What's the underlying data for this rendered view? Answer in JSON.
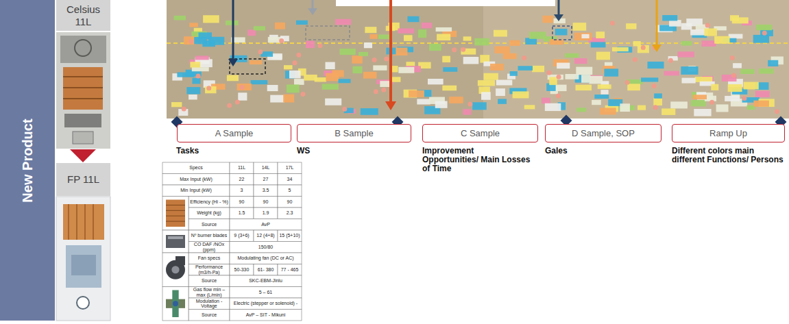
{
  "diagram": {
    "nodes": [
      {
        "text": [
          "New Product"
        ]
      },
      {
        "text": [
          "Celsius 11L"
        ]
      },
      {
        "text": [
          "FP 11L"
        ]
      },
      {
        "text": [
          "A Sample"
        ]
      },
      {
        "text": [
          "B Sample"
        ]
      },
      {
        "text": [
          "C Sample"
        ]
      },
      {
        "text": [
          "D Sample, SOP"
        ]
      },
      {
        "text": [
          "Ramp Up"
        ]
      }
    ],
    "labels": [
      "Tasks",
      "WS",
      "Improvement Opportunities/ Main Losses of Time",
      "Gales",
      "Different colors main different Functions/ Persons",
      "Specs",
      "11L",
      "14L",
      "17L",
      "Max Input (kW)",
      "22",
      "27",
      "34",
      "Min Input (kW)",
      "3",
      "3.5",
      "5",
      "Efficiency (Hi - %)",
      "90",
      "90",
      "90",
      "Weight (kg)",
      "1.5",
      "1.9",
      "2.3",
      "Source",
      "AvP",
      "Nº burner blades",
      "9 (3+6)",
      "12 (4+8)",
      "15 (5+10)",
      "CO DAF /NOx (ppm)",
      "150/80",
      "Fan specs",
      "Modulating fan (DC or AC)",
      "Performance (m3/h-Pa)",
      "50-330",
      "61- 380",
      "77 - 465",
      "Source",
      "SKC-EBM-Jinlu",
      "Gas flow min – max (L/min)",
      "5 – 61",
      "Modulation - Voltage",
      "Electric (stepper or solenoid) -",
      "Source",
      "AvP – SIT - Mikuni"
    ]
  }
}
